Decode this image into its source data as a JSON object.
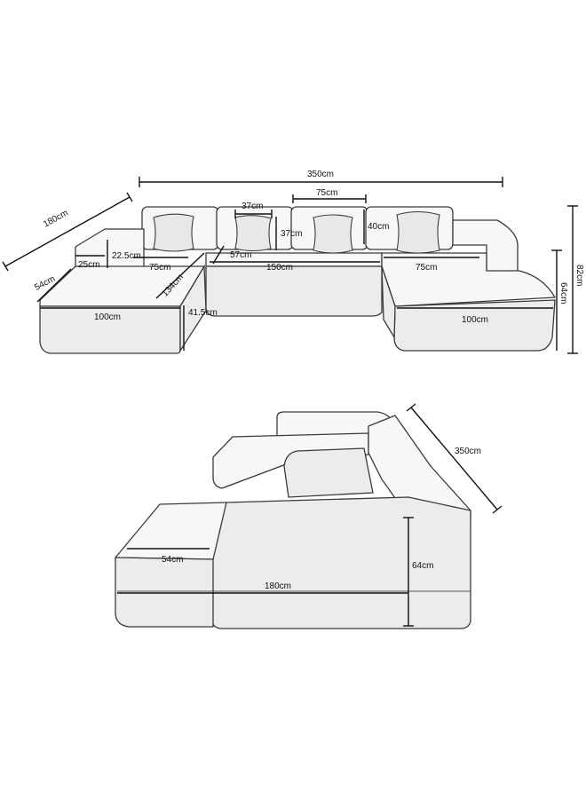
{
  "top_view": {
    "dims": {
      "total_width": "350cm",
      "left_depth": "180cm",
      "back_seg_w": "37cm",
      "back_seg2_w": "75cm",
      "back_h": "37cm",
      "back_h2": "40cm",
      "chaise_w": "54cm",
      "arm_w": "25cm",
      "arm_h": "22.5cm",
      "seat_left_w": "75cm",
      "seat_depth": "57cm",
      "center_w": "150cm",
      "seat_right_w": "75cm",
      "diag": "134cm",
      "left_front": "100cm",
      "seat_h": "41.5cm",
      "right_front": "100cm",
      "total_h": "82cm",
      "arm_height": "64cm"
    }
  },
  "side_view": {
    "dims": {
      "length": "350cm",
      "chaise_w": "54cm",
      "depth": "180cm",
      "height": "64cm"
    }
  }
}
